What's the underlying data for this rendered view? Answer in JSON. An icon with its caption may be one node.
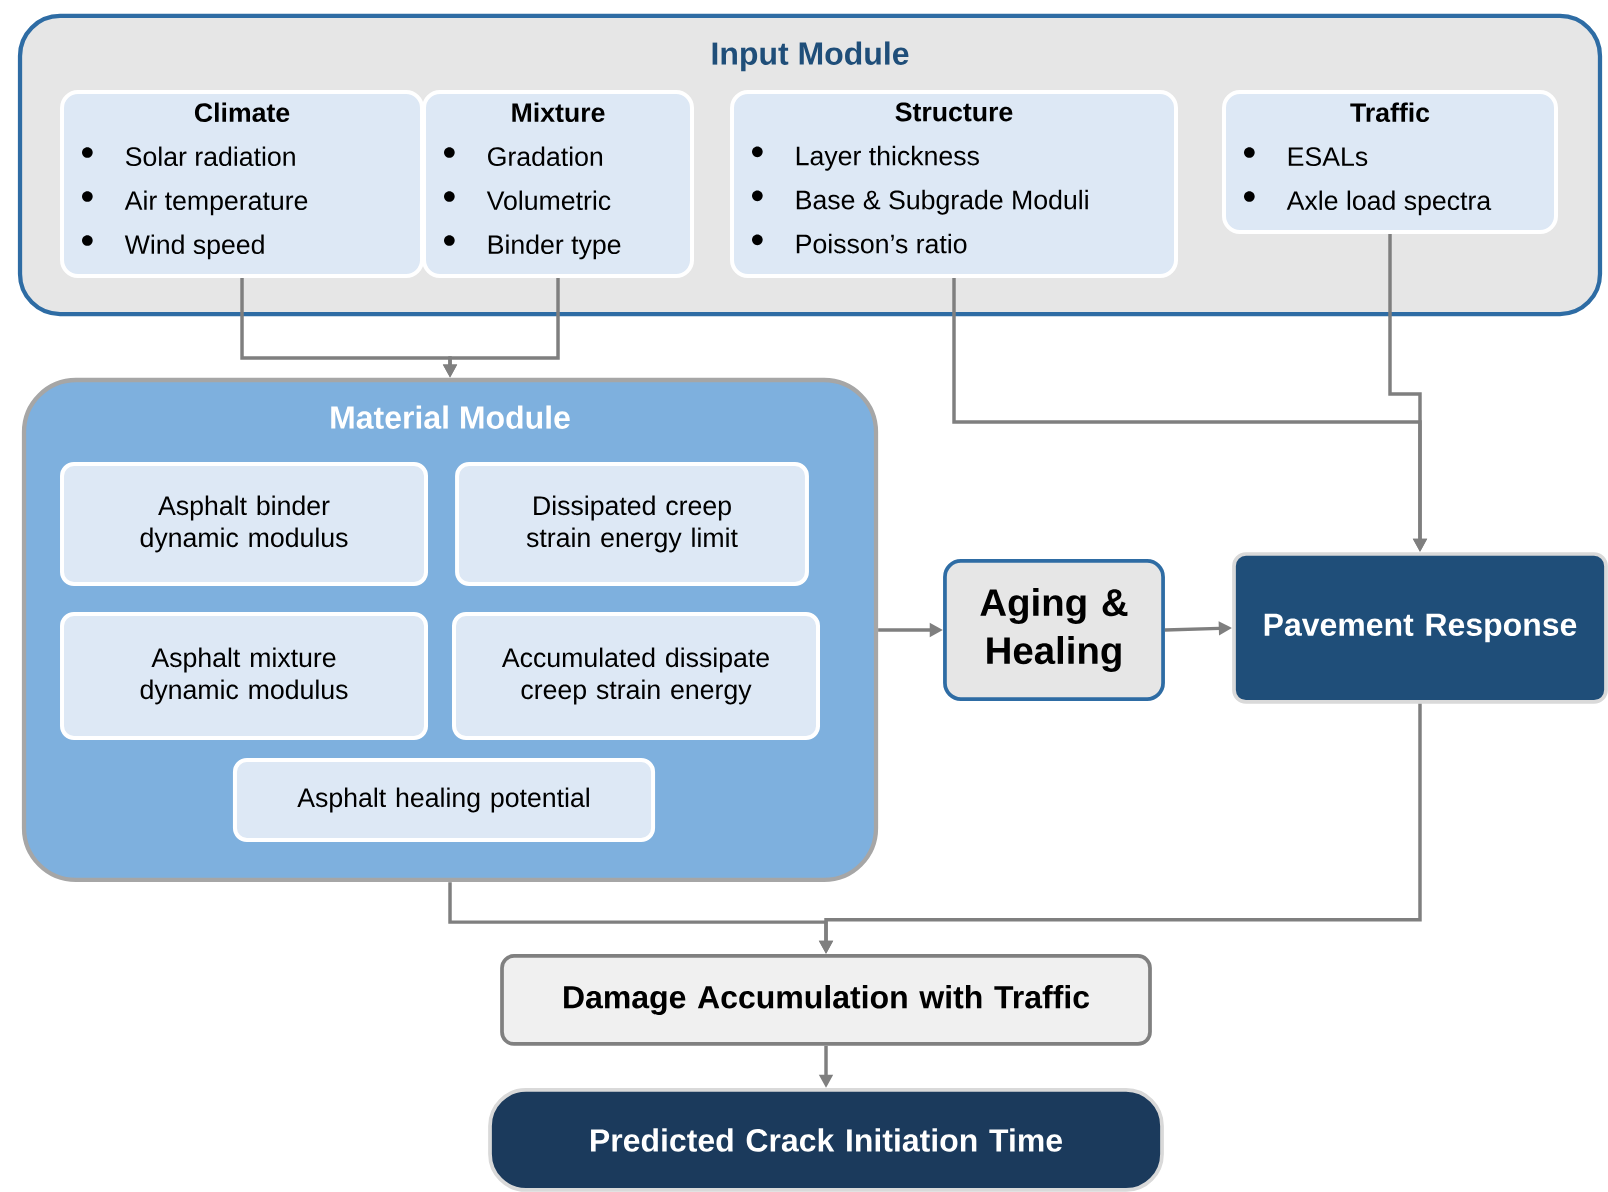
{
  "diagram": {
    "nodes": [
      {
        "text": [
          "Input Module"
        ]
      },
      {
        "text": [
          "Climate",
          "Solar radiation",
          "Air temperature",
          "Wind speed"
        ],
        "in": 0
      },
      {
        "text": [
          "Mixture",
          "Gradation",
          "Volumetric",
          "Binder type"
        ],
        "in": 0
      },
      {
        "text": [
          "Structure",
          "Layer thickness",
          "Base & Subgrade Moduli",
          "Poisson’s ratio"
        ],
        "in": 0
      },
      {
        "text": [
          "Traffic",
          "ESALs",
          "Axle load spectra"
        ],
        "in": 0
      },
      {
        "text": [
          "Material Module"
        ]
      },
      {
        "text": [
          "Asphalt binder dynamic modulus"
        ],
        "in": 5
      },
      {
        "text": [
          "Dissipated creep strain energy limit"
        ],
        "in": 5
      },
      {
        "text": [
          "Asphalt mixture dynamic modulus"
        ],
        "in": 5
      },
      {
        "text": [
          "Accumulated dissipate creep strain energy"
        ],
        "in": 5
      },
      {
        "text": [
          "Asphalt healing potential"
        ],
        "in": 5
      },
      {
        "text": [
          "Aging & Healing"
        ]
      },
      {
        "text": [
          "Pavement Response"
        ]
      },
      {
        "text": [
          "Damage Accumulation with Traffic"
        ]
      },
      {
        "text": [
          "Predicted Crack Initiation Time"
        ]
      }
    ],
    "edges": [
      {
        "from": 1,
        "to": 5,
        "arrow": "to"
      },
      {
        "from": 2,
        "to": 5,
        "arrow": "to"
      },
      {
        "from": 3,
        "to": 12,
        "arrow": "to"
      },
      {
        "from": 4,
        "to": 12,
        "arrow": "to"
      },
      {
        "from": 5,
        "to": 11,
        "arrow": "to"
      },
      {
        "from": 11,
        "to": 12,
        "arrow": "to"
      },
      {
        "from": 5,
        "to": 13,
        "arrow": "to"
      },
      {
        "from": 12,
        "to": 13,
        "arrow": "to"
      },
      {
        "from": 13,
        "to": 14,
        "arrow": "to"
      }
    ]
  }
}
